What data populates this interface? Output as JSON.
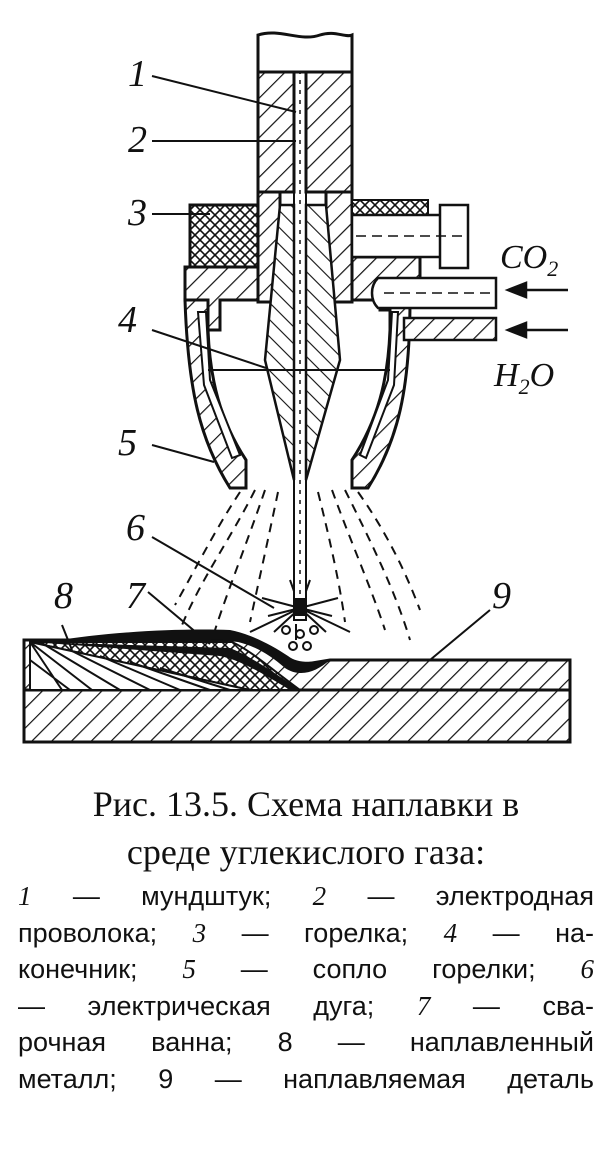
{
  "labels": [
    "1",
    "2",
    "3",
    "4",
    "5",
    "6",
    "7",
    "8",
    "9"
  ],
  "gas_inlets": {
    "co2_main": "CO",
    "co2_sub": "2",
    "h2o_main": "H",
    "h2o_sub": "2",
    "h2o_tail": "O"
  },
  "caption": {
    "title_line1": "Рис. 13.5. Схема наплавки в",
    "title_line2": "среде углекислого газа:",
    "lines": [
      [
        {
          "n": "1"
        },
        {
          "t": " — мундштук; "
        },
        {
          "n": "2"
        },
        {
          "t": " — электродная"
        }
      ],
      [
        {
          "t": "проволока; "
        },
        {
          "n": "3"
        },
        {
          "t": " — горелка; "
        },
        {
          "n": "4"
        },
        {
          "t": " — на-"
        }
      ],
      [
        {
          "t": "конечник; "
        },
        {
          "n": "5"
        },
        {
          "t": " — сопло горелки; "
        },
        {
          "n": "6"
        }
      ],
      [
        {
          "t": "— электрическая дуга; "
        },
        {
          "n": "7"
        },
        {
          "t": " — сва-"
        }
      ],
      [
        {
          "t": "рочная ванна; 8 — наплавленный"
        }
      ],
      [
        {
          "t": "металл; 9 — наплавляемая деталь"
        }
      ]
    ]
  }
}
